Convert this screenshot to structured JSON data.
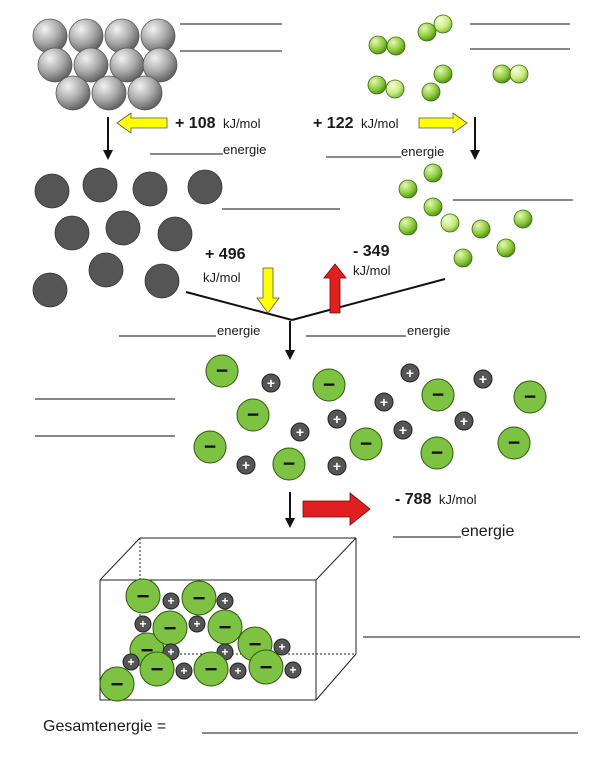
{
  "steps": {
    "sublimation": {
      "value": "+ 108",
      "unit": "kJ/mol",
      "suffix": "energie"
    },
    "dissociation": {
      "value": "+ 122",
      "unit": "kJ/mol",
      "suffix": "energie"
    },
    "ionization": {
      "value": "+ 496",
      "unit": "kJ/mol"
    },
    "electron_affinity": {
      "value": "- 349",
      "unit": "kJ/mol"
    },
    "ion_energy_left": {
      "suffix": "energie"
    },
    "ion_energy_right": {
      "suffix": "energie"
    },
    "lattice": {
      "value": "- 788",
      "unit": "kJ/mol",
      "suffix": "energie"
    }
  },
  "ion_signs": {
    "anion": "−",
    "cation": "+"
  },
  "total": {
    "label": "Gesamtenergie ="
  },
  "colors": {
    "metal_solid": "#9a9a9a",
    "metal_gas": "#555555",
    "chlorine": "#7dc242",
    "chlorine_light": "#c6ec7a",
    "arrow_yellow": "#ffff00",
    "arrow_red": "#e02020"
  }
}
